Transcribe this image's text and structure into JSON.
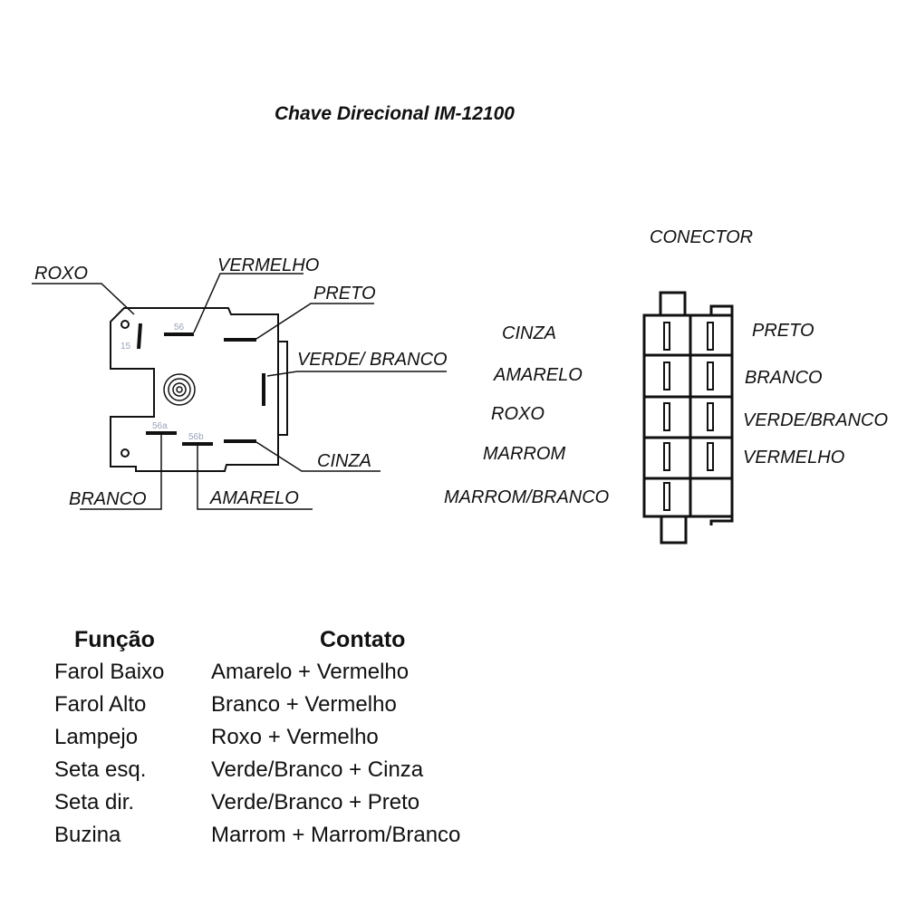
{
  "title": "Chave Direcional IM-12100",
  "switch_labels": {
    "roxo": "ROXO",
    "vermelho": "VERMELHO",
    "preto": "PRETO",
    "verde_branco": "VERDE/ BRANCO",
    "cinza": "CINZA",
    "branco": "BRANCO",
    "amarelo": "AMARELO"
  },
  "pin_labels": {
    "p56": "56",
    "p56a": "56a",
    "p56b": "56b",
    "p15": "15"
  },
  "connector": {
    "title": "CONECTOR",
    "left": [
      "CINZA",
      "AMARELO",
      "ROXO",
      "MARROM",
      "MARROM/BRANCO"
    ],
    "right": [
      "PRETO",
      "BRANCO",
      "VERDE/BRANCO",
      "VERMELHO"
    ]
  },
  "table": {
    "headers": [
      "Função",
      "Contato"
    ],
    "rows": [
      [
        "Farol Baixo",
        "Amarelo + Vermelho"
      ],
      [
        "Farol Alto",
        "Branco + Vermelho"
      ],
      [
        "Lampejo",
        "Roxo + Vermelho"
      ],
      [
        "Seta esq.",
        "Verde/Branco + Cinza"
      ],
      [
        "Seta dir.",
        "Verde/Branco + Preto"
      ],
      [
        "Buzina",
        "Marrom + Marrom/Branco"
      ]
    ]
  }
}
